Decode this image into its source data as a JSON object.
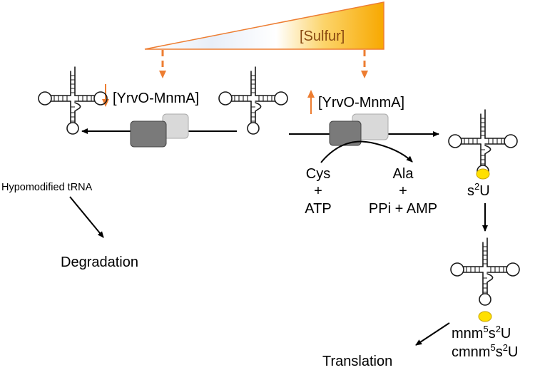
{
  "gradient": {
    "label": "[Sulfur]",
    "colors": {
      "light": "#ffffff",
      "dark": "#f7a800",
      "outline": "#ed7d31"
    }
  },
  "left_panel": {
    "label": "[YrvO-MnmA]",
    "indicator": "down",
    "trna_caption": "Hypomodified tRNA",
    "outcome": "Degradation"
  },
  "right_panel": {
    "label": "[YrvO-MnmA]",
    "indicator": "up",
    "substrate_1": "Cys",
    "plus_1": "+",
    "substrate_2": "ATP",
    "product_1": "Ala",
    "plus_2": "+",
    "product_2": "PPi + AMP"
  },
  "modifications": {
    "s2u": {
      "base": "s",
      "sup": "2",
      "tail": "U"
    },
    "mnm": {
      "base": "mnm",
      "sup1": "5",
      "mid": "s",
      "sup2": "2",
      "tail": "U"
    },
    "cmnm": {
      "base": "cmnm",
      "sup1": "5",
      "mid": "s",
      "sup2": "2",
      "tail": "U"
    },
    "outcome": "Translation"
  },
  "colors": {
    "accent": "#ed7d31",
    "modification_dot": "#ffe000",
    "enzyme_dark": "#7a7a7a",
    "enzyme_light": "#d9d9d9"
  },
  "icons": [
    "trna-cloverleaf-icon",
    "enzyme-complex-icon",
    "down-arrow-icon",
    "up-arrow-icon"
  ]
}
